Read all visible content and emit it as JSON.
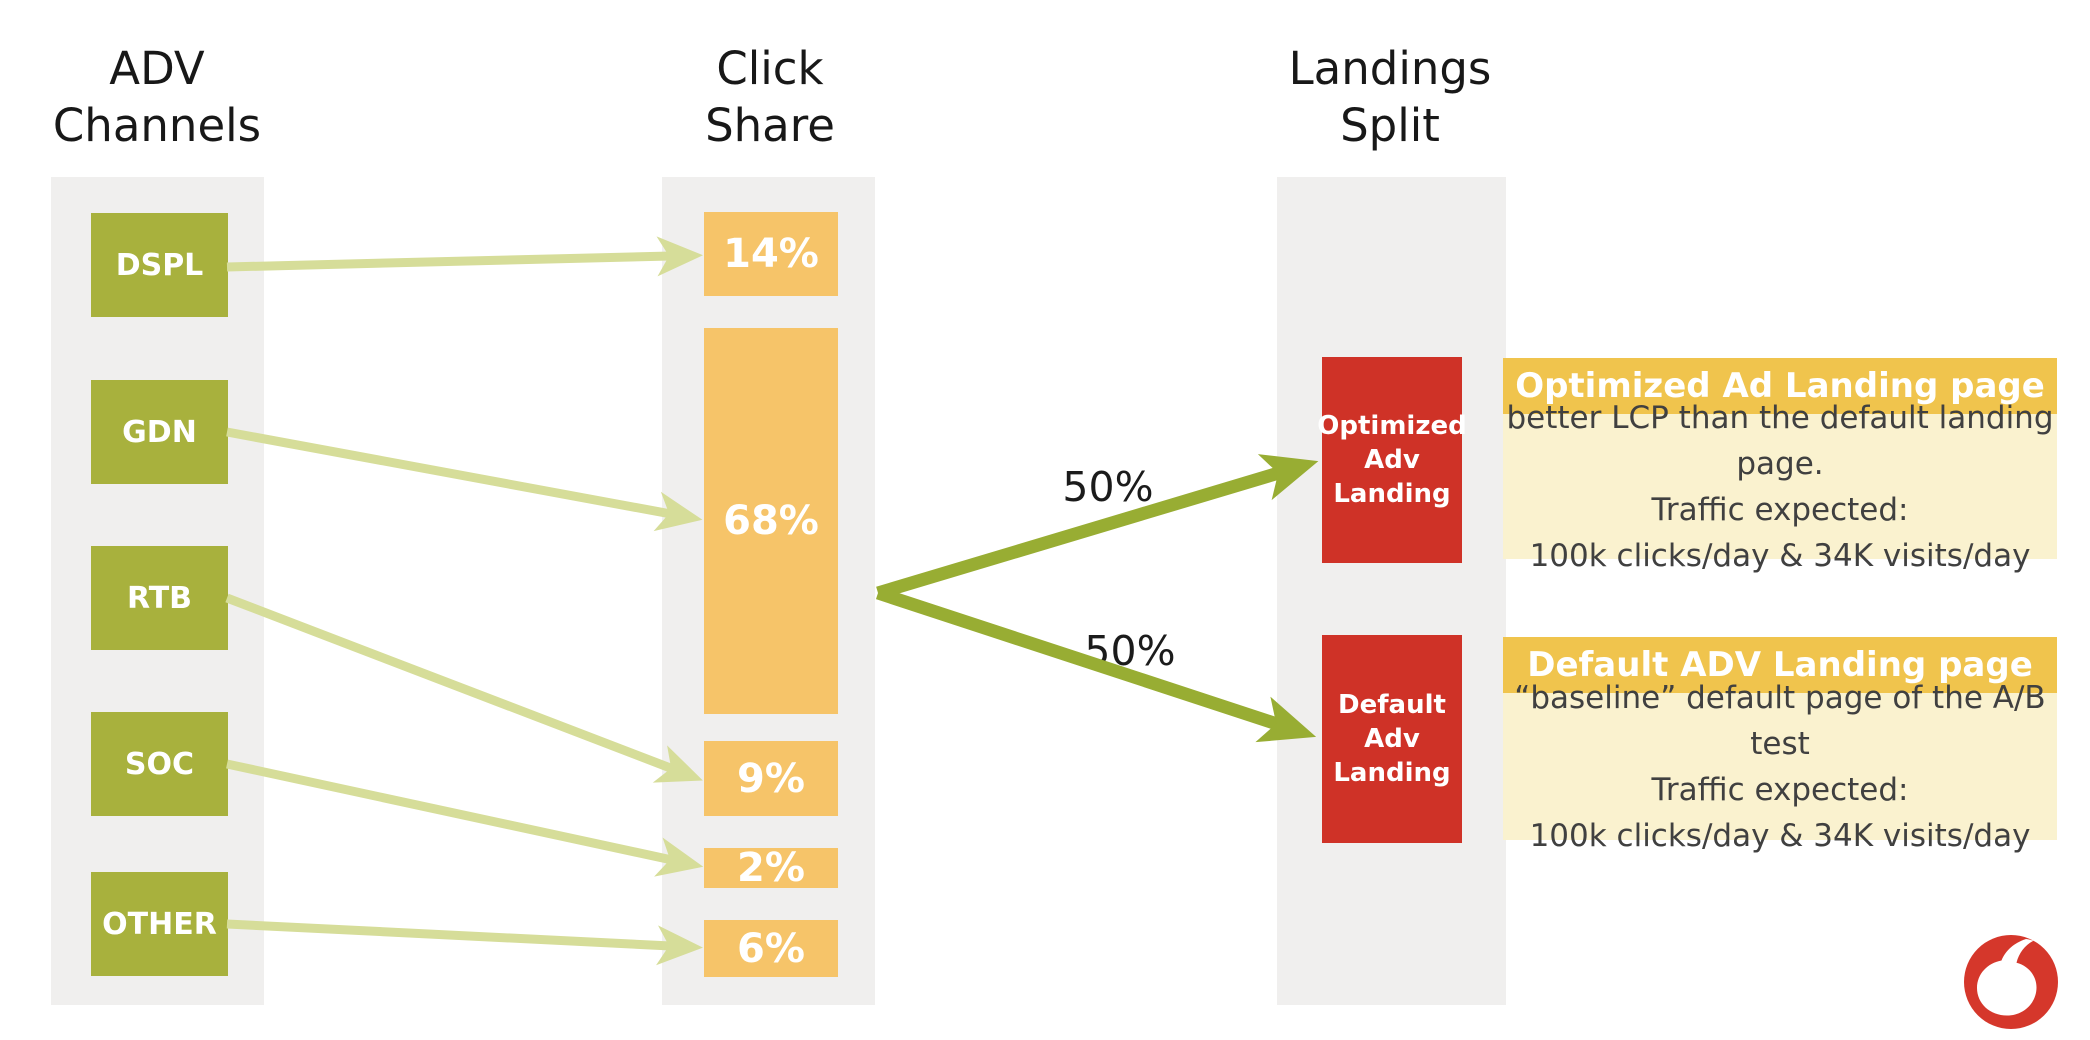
{
  "slide": {
    "type": "adv-traffic-split-flow-diagram",
    "colors": {
      "column_bg": "#f0efee",
      "channel_green": "#a8b13d",
      "pale_arrow_green": "#d6dd99",
      "share_orange": "#f6c469",
      "split_arrow_olive": "#98ad33",
      "landing_red": "#cf3227",
      "card_header_gold": "#f0c44d",
      "card_body_yellow": "#faf2cf",
      "logo_red": "#d5372b",
      "title_text": "#181818"
    }
  },
  "columns": {
    "adv_channels": {
      "title_line1": "ADV",
      "title_line2": "Channels"
    },
    "click_share": {
      "title_line1": "Click",
      "title_line2": "Share"
    },
    "landings_split": {
      "title_line1": "Landings",
      "title_line2": "Split"
    }
  },
  "channels": [
    {
      "label": "DSPL"
    },
    {
      "label": "GDN"
    },
    {
      "label": "RTB"
    },
    {
      "label": "SOC"
    },
    {
      "label": "OTHER"
    }
  ],
  "click_shares": [
    {
      "label": "14%",
      "value": 14,
      "from_channel": "DSPL"
    },
    {
      "label": "68%",
      "value": 68,
      "from_channel": "GDN"
    },
    {
      "label": "9%",
      "value": 9,
      "from_channel": "RTB"
    },
    {
      "label": "2%",
      "value": 2,
      "from_channel": "SOC"
    },
    {
      "label": "6%",
      "value": 6,
      "from_channel": "OTHER"
    }
  ],
  "split": {
    "upper_label": "50%",
    "lower_label": "50%",
    "upper_value": 50,
    "lower_value": 50
  },
  "landings": [
    {
      "lines": [
        "Optimized",
        "Adv",
        "Landing"
      ]
    },
    {
      "lines": [
        "Default",
        "Adv",
        "Landing"
      ]
    }
  ],
  "info_cards": [
    {
      "title": "Optimized Ad Landing page",
      "body_lines": [
        "better LCP than the default landing page.",
        "Traffic expected:",
        "100k clicks/day  & 34K visits/day"
      ]
    },
    {
      "title": "Default ADV Landing page",
      "body_lines": [
        "“baseline” default page of the A/B test",
        "Traffic expected:",
        "100k clicks/day  & 34K visits/day"
      ]
    }
  ],
  "logo": {
    "name": "vodafone-logo"
  }
}
